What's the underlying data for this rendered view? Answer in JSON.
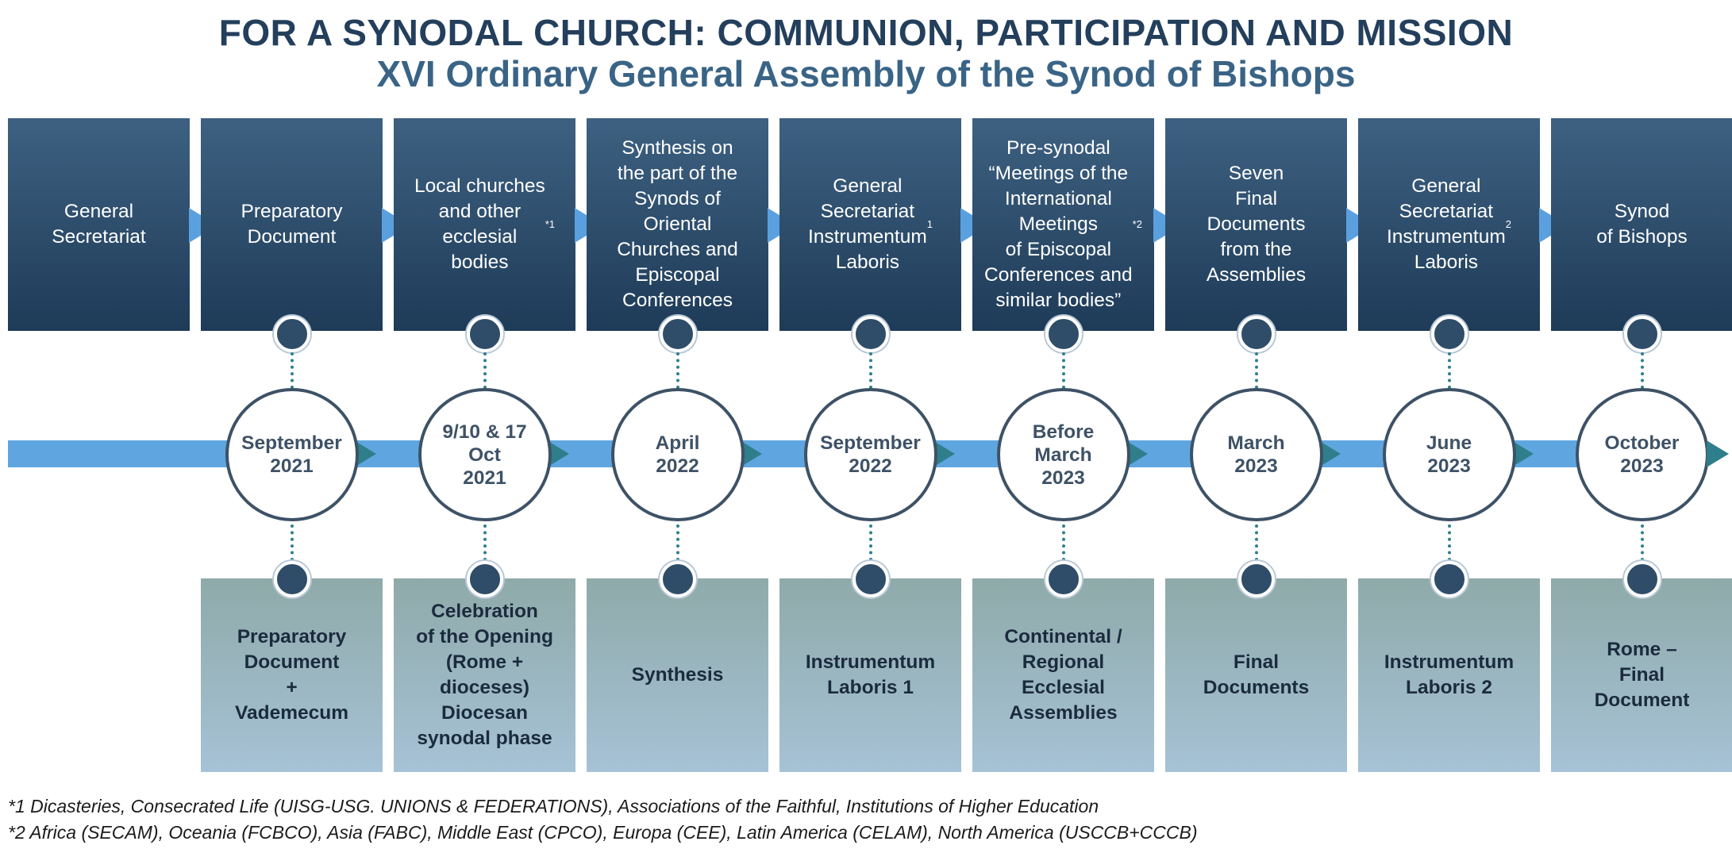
{
  "title": "FOR A SYNODAL CHURCH: COMMUNION, PARTICIPATION AND MISSION",
  "subtitle": "XVI Ordinary General Assembly of the Synod of Bishops",
  "colors": {
    "title": "#233f5c",
    "subtitle": "#3a6486",
    "top_box": "#2a4866",
    "bottom_box": "#9db8c4",
    "arrow_light": "#5fa6e0",
    "arrow_dark": "#2e7f8b",
    "circle_border": "#3e5266"
  },
  "stages": [
    {
      "top": "General\nSecretariat",
      "top_sup": "",
      "date": "",
      "bottom": ""
    },
    {
      "top": "Preparatory\nDocument",
      "top_sup": "",
      "date": "September\n2021",
      "bottom": "Preparatory\nDocument\n+\nVademecum"
    },
    {
      "top": "Local churches\nand other\necclesial\nbodies",
      "top_sup": "*1",
      "date": "9/10 & 17\nOct\n2021",
      "bottom": "Celebration\nof the Opening\n(Rome +\ndioceses)\nDiocesan\nsynodal phase"
    },
    {
      "top": "Synthesis on\nthe part of the\nSynods of\nOriental\nChurches and\nEpiscopal\nConferences",
      "top_sup": "",
      "date": "April\n2022",
      "bottom": "Synthesis"
    },
    {
      "top": "General\nSecretariat\nInstrumentum\nLaboris",
      "top_sup": "1",
      "date": "September\n2022",
      "bottom": "Instrumentum\nLaboris 1"
    },
    {
      "top": "Pre-synodal\n“Meetings of the\nInternational\nMeetings\nof Episcopal\nConferences and\nsimilar bodies”",
      "top_sup": "*2",
      "date": "Before\nMarch\n2023",
      "bottom": "Continental /\nRegional\nEcclesial\nAssemblies"
    },
    {
      "top": "Seven\nFinal\nDocuments\nfrom the\nAssemblies",
      "top_sup": "",
      "date": "March\n2023",
      "bottom": "Final\nDocuments"
    },
    {
      "top": "General\nSecretariat\nInstrumentum\nLaboris",
      "top_sup": "2",
      "date": "June\n2023",
      "bottom": "Instrumentum\nLaboris 2"
    },
    {
      "top": "Synod\nof Bishops",
      "top_sup": "",
      "date": "October\n2023",
      "bottom": "Rome –\nFinal\nDocument"
    }
  ],
  "footnotes": [
    "*1 Dicasteries, Consecrated Life (UISG-USG. UNIONS & FEDERATIONS), Associations of the Faithful, Institutions of Higher Education",
    "*2 Africa (SECAM), Oceania (FCBCO), Asia (FABC), Middle East (CPCO), Europa (CEE), Latin America (CELAM), North America (USCCB+CCCB)"
  ]
}
